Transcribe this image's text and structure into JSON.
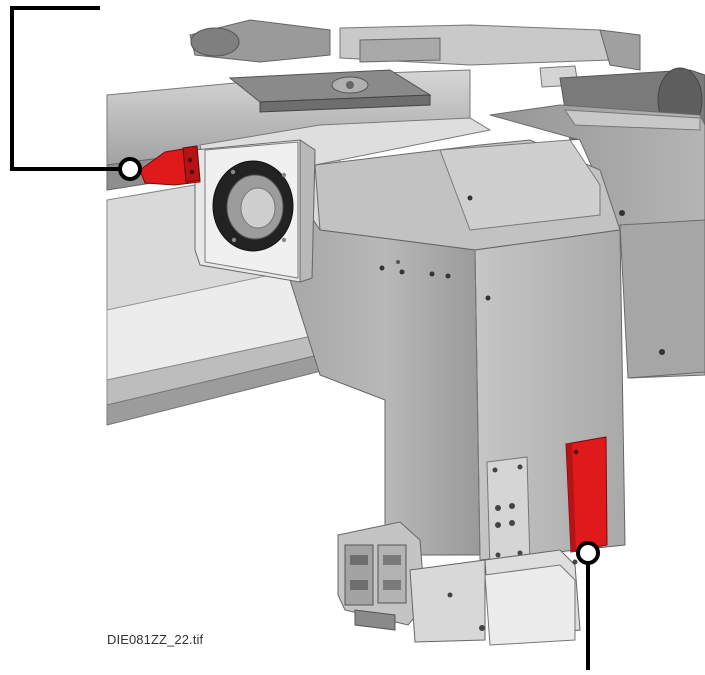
{
  "figure": {
    "filename": "DIE081ZZ_22.tif"
  },
  "colors": {
    "background": "#ffffff",
    "highlight": "#e0191b",
    "callout": "#000000",
    "metal_light": "#e4e4e4",
    "metal_mid": "#b9b9b9",
    "metal_dark": "#8e8e8e"
  },
  "callouts": [
    {
      "target": "upper-red-bracket"
    },
    {
      "target": "lower-red-plate"
    }
  ]
}
